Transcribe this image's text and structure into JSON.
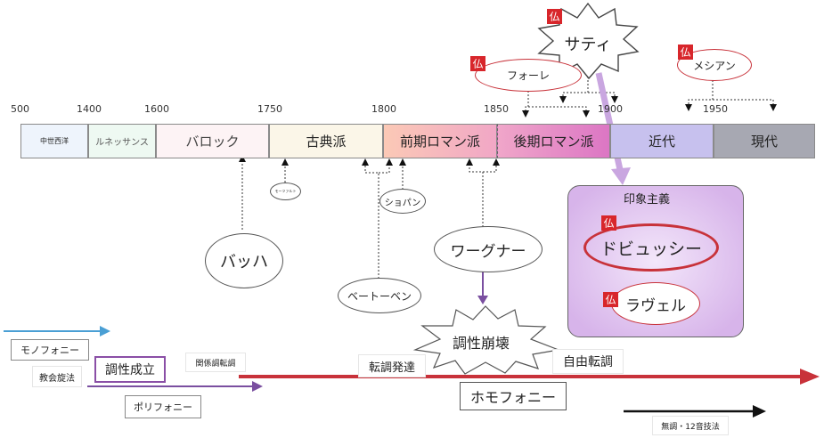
{
  "years": [
    "500",
    "1400",
    "1600",
    "1750",
    "1800",
    "1850",
    "1900",
    "1950"
  ],
  "eras": {
    "medieval": "中世西洋",
    "renaissance": "ルネッサンス",
    "baroque": "バロック",
    "classical": "古典派",
    "early_romantic": "前期ロマン派",
    "late_romantic": "後期ロマン派",
    "modern": "近代",
    "contemporary": "現代"
  },
  "composers": {
    "satie": "サティ",
    "faure": "フォーレ",
    "messiaen": "メシアン",
    "mozart": "モーツァルト",
    "chopin": "ショパン",
    "bach": "バッハ",
    "wagner": "ワーグナー",
    "beethoven": "ベートーベン",
    "debussy": "ドビュッシー",
    "ravel": "ラヴェル"
  },
  "french_flag": "仏",
  "impressionism": "印象主義",
  "tonal_collapse": "調性崩壊",
  "concepts": {
    "monophony": "モノフォニー",
    "church_modes": "教会旋法",
    "tonality_established": "調性成立",
    "related_key_modulation": "関係調転調",
    "modulation_development": "転調発達",
    "free_modulation": "自由転調",
    "homophony": "ホモフォニー",
    "polyphony": "ポリフォニー",
    "atonal_12tone": "無調・12音技法"
  },
  "colors": {
    "accent_red": "#c8323a",
    "arrow_blue": "#4a9fd4",
    "arrow_purple": "#7a4fa0",
    "impressionism_bg": "#d9b8ec"
  }
}
